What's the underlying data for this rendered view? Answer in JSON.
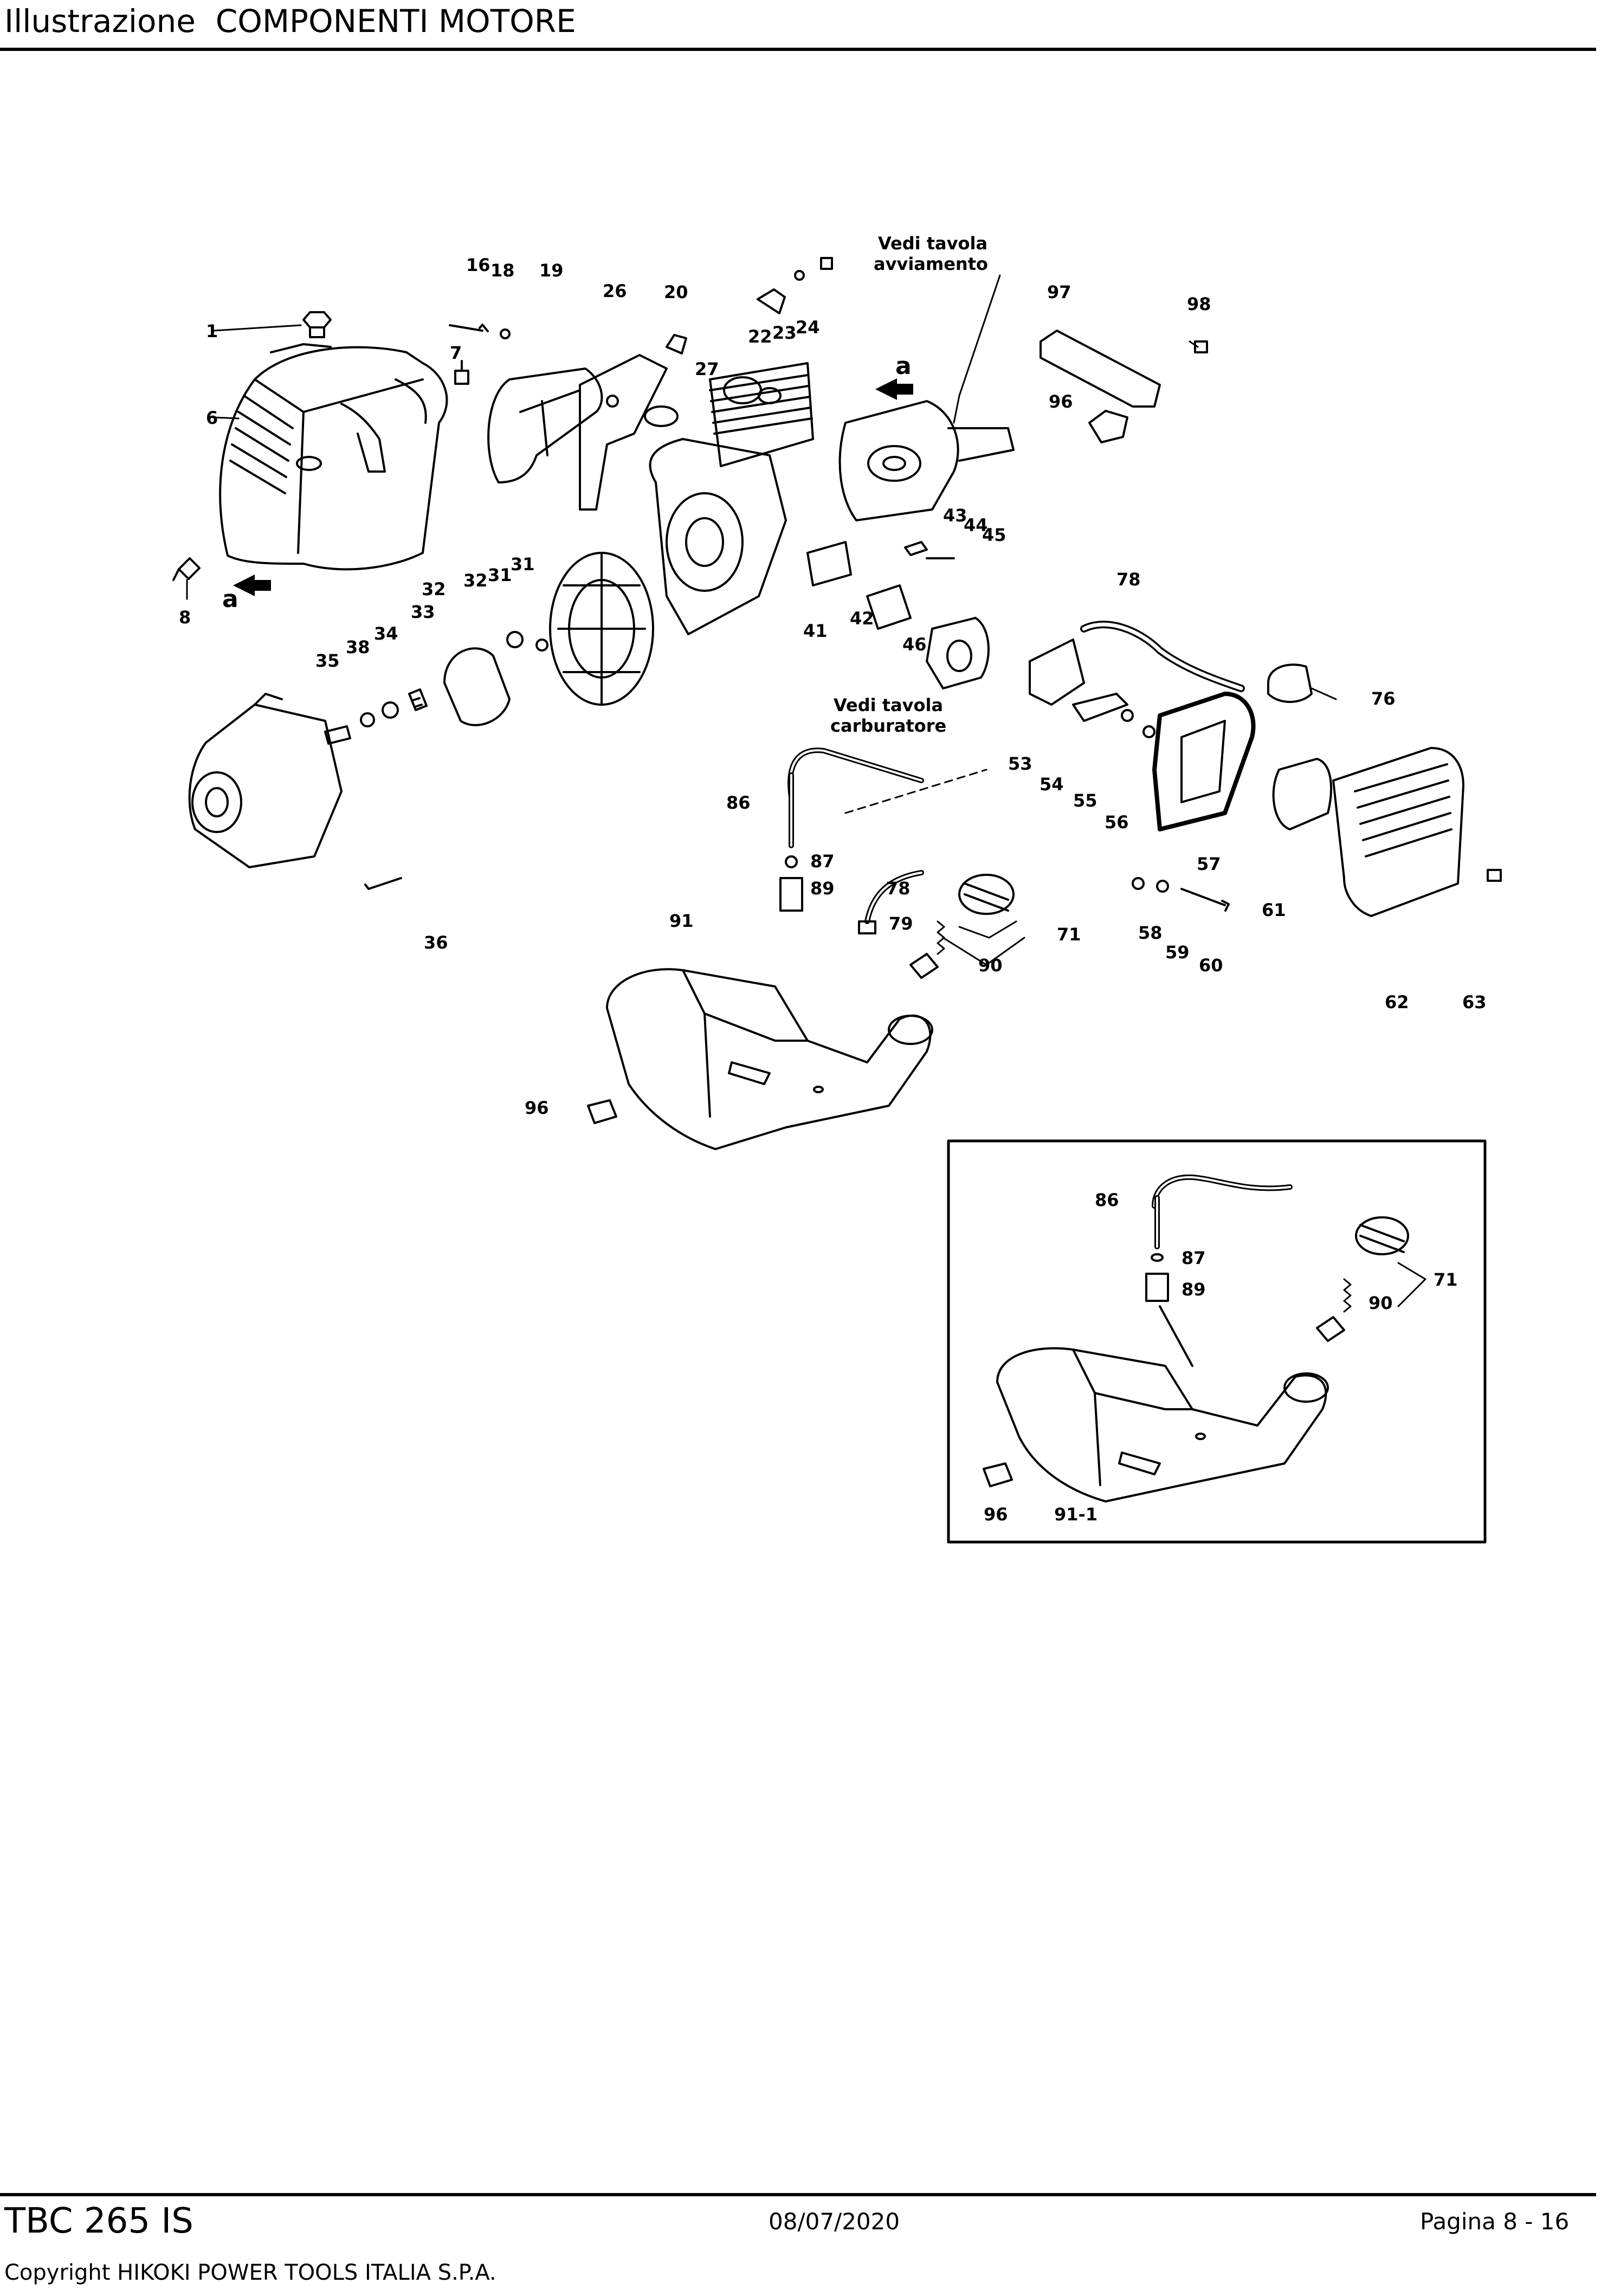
{
  "header": {
    "title": "Illustrazione  COMPONENTI MOTORE"
  },
  "diagram": {
    "notes": {
      "starter_1": "Vedi tavola",
      "starter_2": "avviamento",
      "carb_1": "Vedi tavola",
      "carb_2": "carburatore"
    },
    "arrow_label": "a",
    "callouts": {
      "c1": "1",
      "c6": "6",
      "c7": "7",
      "c8": "8",
      "c16": "16",
      "c18": "18",
      "c19": "19",
      "c20": "20",
      "c22": "22",
      "c23": "23",
      "c24": "24",
      "c26": "26",
      "c27": "27",
      "c31a": "31",
      "c31b": "31",
      "c32a": "32",
      "c32b": "32",
      "c33": "33",
      "c34": "34",
      "c35": "35",
      "c36": "36",
      "c38": "38",
      "c41": "41",
      "c42": "42",
      "c43": "43",
      "c44": "44",
      "c45": "45",
      "c46": "46",
      "c53": "53",
      "c54": "54",
      "c55": "55",
      "c56": "56",
      "c57": "57",
      "c58": "58",
      "c59": "59",
      "c60": "60",
      "c61": "61",
      "c62": "62",
      "c63": "63",
      "c71": "71",
      "c76": "76",
      "c78a": "78",
      "c78b": "78",
      "c79": "79",
      "c86": "86",
      "c87": "87",
      "c89": "89",
      "c90": "90",
      "c91": "91",
      "c96a": "96",
      "c96b": "96",
      "c97": "97",
      "c98": "98"
    },
    "inset_callouts": {
      "c86": "86",
      "c87": "87",
      "c89": "89",
      "c71": "71",
      "c90": "90",
      "c96": "96",
      "c91_1": "91-1"
    }
  },
  "footer": {
    "model": "TBC 265 IS",
    "date": "08/07/2020",
    "page": "Pagina 8 - 16",
    "copyright": "Copyright HIKOKI POWER TOOLS ITALIA S.P.A."
  }
}
